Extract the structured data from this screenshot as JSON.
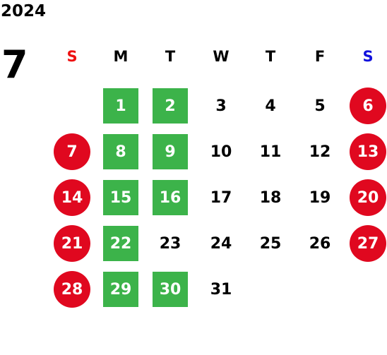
{
  "year": "2024",
  "month": "7",
  "colors": {
    "sunday": "#ee1111",
    "saturday": "#1111dd",
    "weekday": "#000000",
    "holiday_circle": "#e0081f",
    "highlight_square": "#3cb34a"
  },
  "weekdays": [
    {
      "label": "S",
      "type": "sunday"
    },
    {
      "label": "M",
      "type": "weekday"
    },
    {
      "label": "T",
      "type": "weekday"
    },
    {
      "label": "W",
      "type": "weekday"
    },
    {
      "label": "T",
      "type": "weekday"
    },
    {
      "label": "F",
      "type": "weekday"
    },
    {
      "label": "S",
      "type": "saturday"
    }
  ],
  "first_weekday_index": 1,
  "days": [
    {
      "day": "1",
      "style": "green"
    },
    {
      "day": "2",
      "style": "green"
    },
    {
      "day": "3",
      "style": "plain"
    },
    {
      "day": "4",
      "style": "plain"
    },
    {
      "day": "5",
      "style": "plain"
    },
    {
      "day": "6",
      "style": "red"
    },
    {
      "day": "7",
      "style": "red"
    },
    {
      "day": "8",
      "style": "green"
    },
    {
      "day": "9",
      "style": "green"
    },
    {
      "day": "10",
      "style": "plain"
    },
    {
      "day": "11",
      "style": "plain"
    },
    {
      "day": "12",
      "style": "plain"
    },
    {
      "day": "13",
      "style": "red"
    },
    {
      "day": "14",
      "style": "red"
    },
    {
      "day": "15",
      "style": "green"
    },
    {
      "day": "16",
      "style": "green"
    },
    {
      "day": "17",
      "style": "plain"
    },
    {
      "day": "18",
      "style": "plain"
    },
    {
      "day": "19",
      "style": "plain"
    },
    {
      "day": "20",
      "style": "red"
    },
    {
      "day": "21",
      "style": "red"
    },
    {
      "day": "22",
      "style": "green"
    },
    {
      "day": "23",
      "style": "plain"
    },
    {
      "day": "24",
      "style": "plain"
    },
    {
      "day": "25",
      "style": "plain"
    },
    {
      "day": "26",
      "style": "plain"
    },
    {
      "day": "27",
      "style": "red"
    },
    {
      "day": "28",
      "style": "red"
    },
    {
      "day": "29",
      "style": "green"
    },
    {
      "day": "30",
      "style": "green"
    },
    {
      "day": "31",
      "style": "plain"
    }
  ]
}
